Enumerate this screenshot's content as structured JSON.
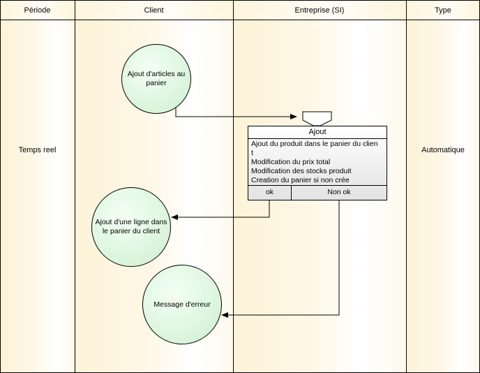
{
  "lanes": [
    {
      "title": "Période",
      "value": "Temps reel"
    },
    {
      "title": "Client",
      "value": ""
    },
    {
      "title": "Entreprise (SI)",
      "value": ""
    },
    {
      "title": "Type",
      "value": "Automatique"
    }
  ],
  "events": {
    "start": [
      "Ajout d'articles au",
      "panier"
    ],
    "success": [
      "Ajout d'une ligne dans",
      "le panier du client"
    ],
    "error": [
      "Message d'erreur"
    ]
  },
  "process": {
    "title": "Ajout",
    "actions": [
      "Ajout du produit dans le panier du clien",
      "t",
      "Modification du prix total",
      "Modification des stocks produit",
      "Creation du panier si non crée"
    ],
    "results": {
      "ok": "ok",
      "not_ok": "Non ok"
    }
  },
  "colors": {
    "event_fill": "#ddf6df",
    "lane_fill": "#fdf3d8",
    "stroke": "#000000"
  }
}
